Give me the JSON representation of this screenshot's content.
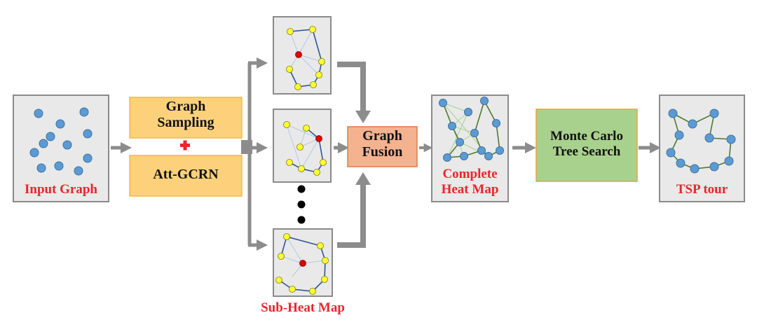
{
  "labels": {
    "input_graph": "Input Graph",
    "graph_sampling_line1": "Graph",
    "graph_sampling_line2": "Sampling",
    "att_gcrn": "Att-GCRN",
    "graph_fusion_line1": "Graph",
    "graph_fusion_line2": "Fusion",
    "complete_heat_map_line1": "Complete",
    "complete_heat_map_line2": "Heat Map",
    "mcts_line1": "Monte Carlo",
    "mcts_line2": "Tree Search",
    "tsp_tour": "TSP tour",
    "sub_heat_map": "Sub-Heat Map"
  },
  "colors": {
    "panel_fill": "#e9e9e9",
    "panel_border": "#8a8a8a",
    "node_blue": "#5b9bd5",
    "node_blue_stroke": "#41719c",
    "node_yellow": "#ffff33",
    "node_yellow_stroke": "#7f7f00",
    "node_center_red": "#e00000",
    "edge_dark_blue": "#2f5597",
    "edge_light_blue": "#b4c7e7",
    "edge_dark_green": "#4e7a2e",
    "edge_light_green": "#a9d18e",
    "orange_box_fill": "#fdd17b",
    "orange_box_border": "#f4b942",
    "fusion_box_fill": "#f4b28f",
    "fusion_box_border": "#e07b4a",
    "mcts_box_fill": "#a9d18e",
    "mcts_box_border": "#e6a23c",
    "arrow_gray": "#8c8c8c",
    "label_red": "#e8262c",
    "plus_red": "#e8262c"
  },
  "icons": {
    "plus": "red-plus-icon",
    "ellipsis": "vertical-dots-icon"
  }
}
